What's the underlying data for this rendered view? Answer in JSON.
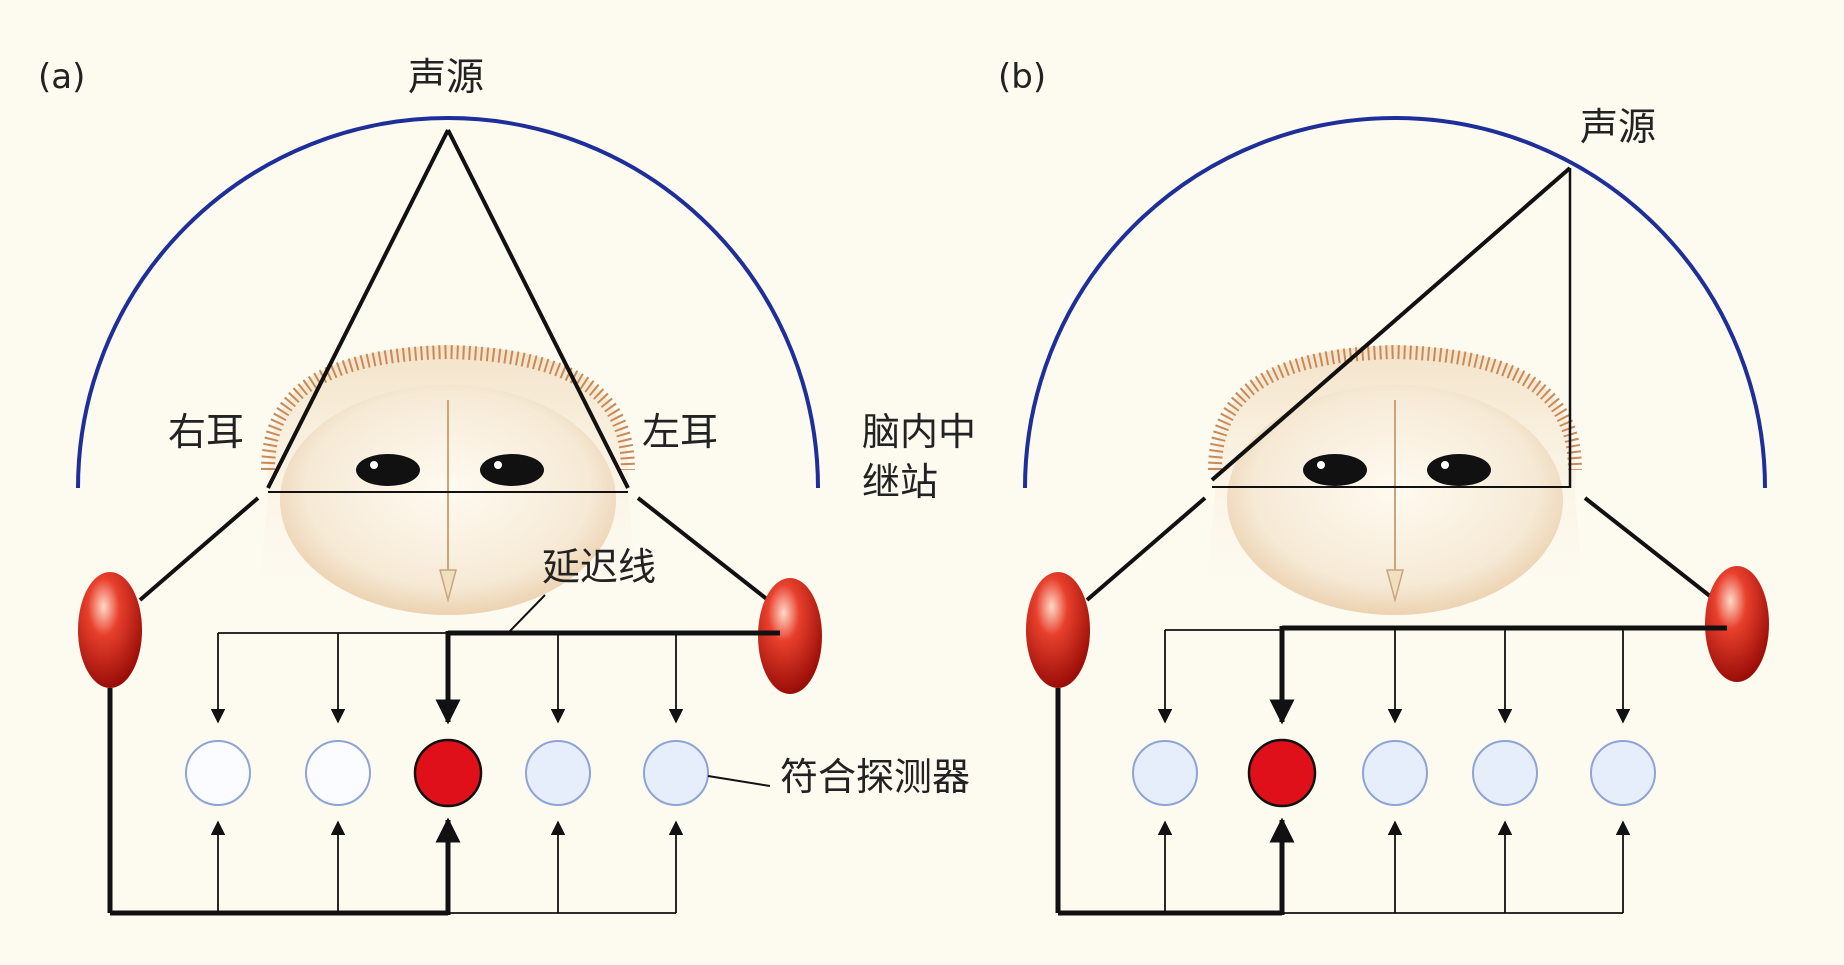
{
  "panels": [
    {
      "id": "a",
      "panel_label": "(a)",
      "source_label": "声源",
      "right_ear_label": "右耳",
      "left_ear_label": "左耳",
      "relay_label_line1": "脑内中",
      "relay_label_line2": "继站",
      "delay_line_label": "延迟线",
      "detector_label": "符合探测器",
      "active_detector": 3,
      "detector_count": 5
    },
    {
      "id": "b",
      "panel_label": "(b)",
      "source_label": "声源",
      "active_detector": 2,
      "detector_count": 5
    }
  ],
  "colors": {
    "arc": "#1f2f9a",
    "active_detector": "#e0101a",
    "inactive_detector": "#e6eefb",
    "ear_node": "#c8170f",
    "owl_feather": "#c98a5a",
    "background": "#fdfaf0"
  }
}
